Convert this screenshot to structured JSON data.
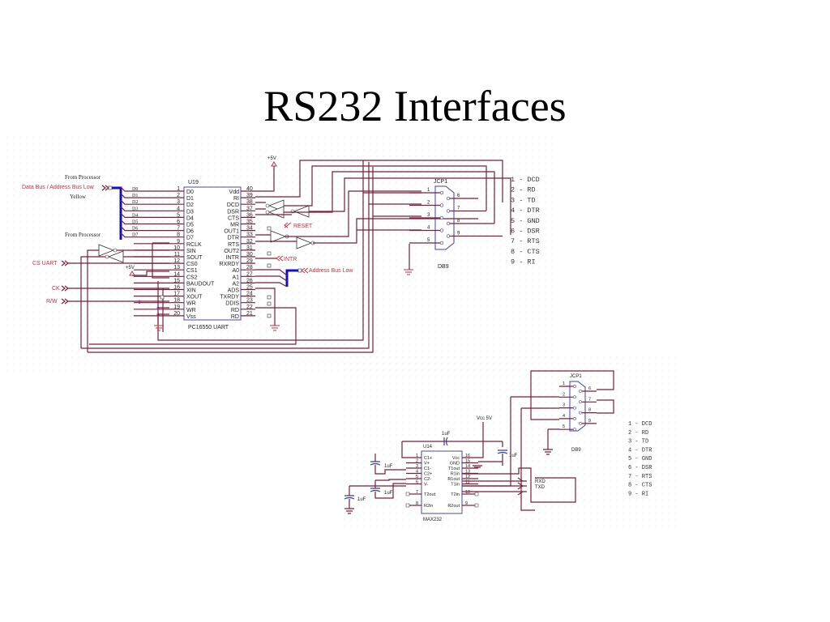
{
  "title": "RS232 Interfaces",
  "uart": {
    "ref": "U19",
    "name": "PC16550 UART",
    "left_pins": [
      {
        "n": "1",
        "l": "D0"
      },
      {
        "n": "2",
        "l": "D1"
      },
      {
        "n": "3",
        "l": "D2"
      },
      {
        "n": "4",
        "l": "D3"
      },
      {
        "n": "5",
        "l": "D4"
      },
      {
        "n": "6",
        "l": "D5"
      },
      {
        "n": "7",
        "l": "D6"
      },
      {
        "n": "8",
        "l": "D7"
      },
      {
        "n": "9",
        "l": "RCLK"
      },
      {
        "n": "10",
        "l": "SIN"
      },
      {
        "n": "11",
        "l": "SOUT"
      },
      {
        "n": "12",
        "l": "CS0"
      },
      {
        "n": "13",
        "l": "CS1"
      },
      {
        "n": "14",
        "l": "CS2"
      },
      {
        "n": "15",
        "l": "BAUDOUT"
      },
      {
        "n": "16",
        "l": "XIN"
      },
      {
        "n": "17",
        "l": "XOUT"
      },
      {
        "n": "18",
        "l": "WR"
      },
      {
        "n": "19",
        "l": "WR"
      },
      {
        "n": "20",
        "l": "Vss"
      }
    ],
    "right_pins": [
      {
        "n": "40",
        "l": "Vdd"
      },
      {
        "n": "39",
        "l": "RI"
      },
      {
        "n": "38",
        "l": "DCD"
      },
      {
        "n": "37",
        "l": "DSR"
      },
      {
        "n": "36",
        "l": "CTS"
      },
      {
        "n": "35",
        "l": "MR"
      },
      {
        "n": "34",
        "l": "OUT1"
      },
      {
        "n": "33",
        "l": "DTR"
      },
      {
        "n": "32",
        "l": "RTS"
      },
      {
        "n": "31",
        "l": "OUT2"
      },
      {
        "n": "30",
        "l": "INTR"
      },
      {
        "n": "29",
        "l": "RXRDY"
      },
      {
        "n": "28",
        "l": "A0"
      },
      {
        "n": "27",
        "l": "A1"
      },
      {
        "n": "26",
        "l": "A2"
      },
      {
        "n": "25",
        "l": "ADS"
      },
      {
        "n": "24",
        "l": "TXRDY"
      },
      {
        "n": "23",
        "l": "DDIS"
      },
      {
        "n": "22",
        "l": "RD"
      },
      {
        "n": "21",
        "l": "RD"
      }
    ],
    "bus_lines": [
      "D0",
      "D1",
      "D2",
      "D3",
      "D4",
      "D5",
      "D6",
      "D7"
    ]
  },
  "labels": {
    "from_processor_1": "From Processor",
    "from_processor_2": "From Processor",
    "data_bus": "Data Bus / Address Bus Low",
    "yellow": "Yellow",
    "cs_uart": "CS UART",
    "ck": "CK",
    "rw": "R/W",
    "plus5v_1": "+5V",
    "plus5v_2": "+5V",
    "reset": "RESET",
    "intr": "INTR",
    "addr_bus_low": "Address Bus Low"
  },
  "db9_top": {
    "ref": "JCP1",
    "name": "DB9",
    "left_pins": [
      "1",
      "2",
      "3",
      "4",
      "5"
    ],
    "right_pins": [
      "6",
      "7",
      "8",
      "9"
    ]
  },
  "pin_legend": [
    "1 - DCD",
    "2 - RD",
    "3 - TD",
    "4 - DTR",
    "5 - GND",
    "6 - DSR",
    "7 - RTS",
    "8 - CTS",
    "9 - RI"
  ],
  "max232": {
    "ref": "U14",
    "name": "MAX232",
    "vcc": "Vcc 5V",
    "cap": "1uF",
    "left_pins": [
      {
        "n": "1",
        "l": "C1+"
      },
      {
        "n": "2",
        "l": "V+"
      },
      {
        "n": "3",
        "l": "C1-"
      },
      {
        "n": "4",
        "l": "C2+"
      },
      {
        "n": "5",
        "l": "C2-"
      },
      {
        "n": "6",
        "l": "V-"
      },
      {
        "n": "7",
        "l": "T2out"
      },
      {
        "n": "8",
        "l": "R2in"
      }
    ],
    "right_pins": [
      {
        "n": "16",
        "l": "Vcc"
      },
      {
        "n": "15",
        "l": "GND"
      },
      {
        "n": "14",
        "l": "T1out"
      },
      {
        "n": "13",
        "l": "R1in"
      },
      {
        "n": "12",
        "l": "R1out"
      },
      {
        "n": "11",
        "l": "T1in"
      },
      {
        "n": "10",
        "l": "T2in"
      },
      {
        "n": "9",
        "l": "R2out"
      }
    ],
    "rxd": "RXD",
    "txd": "TXD"
  },
  "db9_bottom": {
    "ref": "JCP1",
    "name": "DB9",
    "left_pins": [
      "1",
      "2",
      "3",
      "4",
      "5"
    ],
    "right_pins": [
      "6",
      "7",
      "8",
      "9"
    ]
  },
  "pin_legend_2": [
    "1 - DCD",
    "2 - RD",
    "3 - TD",
    "4 - DTR",
    "5 - GND",
    "6 - DSR",
    "7 - RTS",
    "8 - CTS",
    "9 - RI"
  ]
}
